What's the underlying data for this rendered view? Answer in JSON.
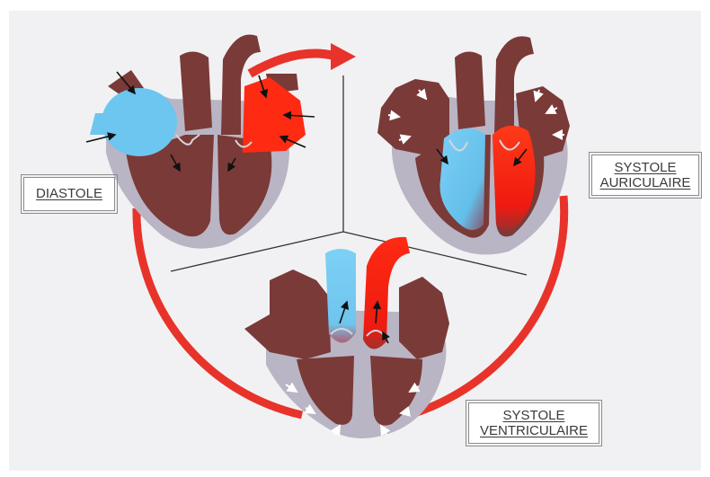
{
  "labels": {
    "diastole": "DIASTOLE",
    "systole_auriculaire": [
      "SYSTOLE",
      "AURICULAIRE"
    ],
    "systole_ventriculaire": [
      "SYSTOLE",
      "VENTRICULAIRE"
    ]
  },
  "colors": {
    "background": "#ffffff",
    "panel": "#f1f1f3",
    "cycle_arrow": "#e8332a",
    "deoxygenated_blood": "#6cc6ef",
    "oxygenated_blood": "#ff2a12",
    "myocardium": "#7a3a38",
    "pericardium": "#b9b5c4",
    "divider": "#333333"
  }
}
